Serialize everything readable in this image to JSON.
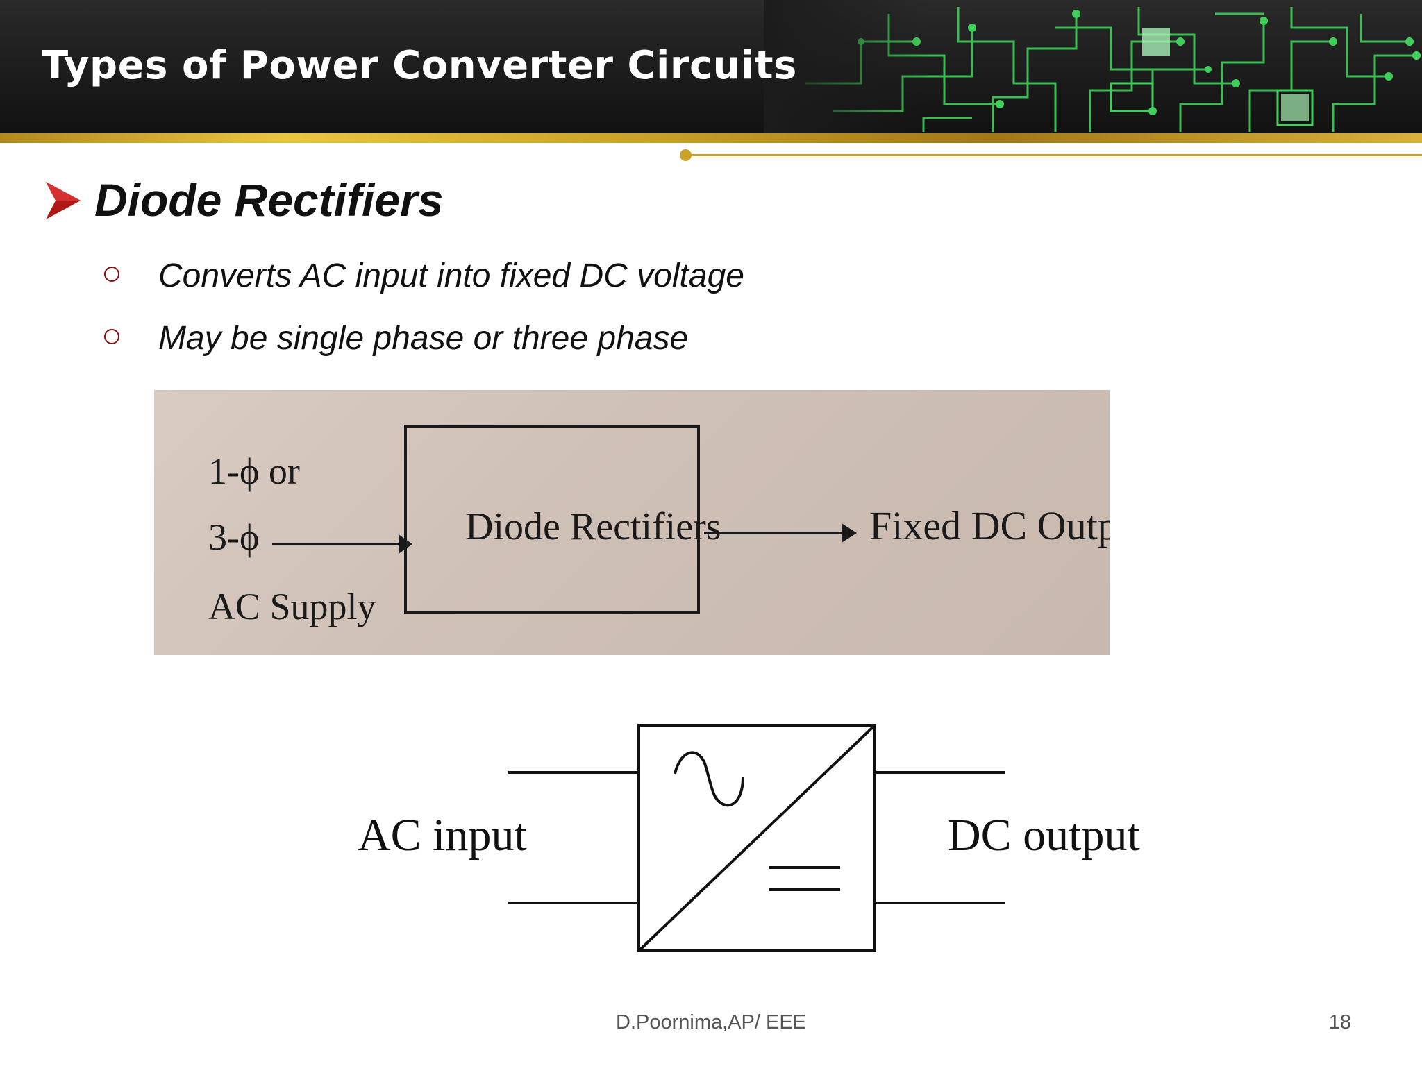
{
  "header": {
    "title": "Types of Power Converter Circuits"
  },
  "section": {
    "heading": "Diode Rectifiers",
    "bullets": [
      "Converts AC input into fixed DC voltage",
      "May be single phase or three phase"
    ]
  },
  "block_photo": {
    "input_label_lines": [
      "1-ϕ or",
      "3-ϕ",
      "AC Supply"
    ],
    "block_label": "Diode Rectifiers",
    "output_label": "Fixed DC Output"
  },
  "symbol_diagram": {
    "input_label": "AC input",
    "output_label": "DC output"
  },
  "footer": {
    "author": "D.Poornima,AP/ EEE",
    "page_number": "18"
  },
  "colors": {
    "accent_gold": "#c9a227",
    "bullet_red": "#b01818",
    "circuit_green": "#4cd964"
  }
}
